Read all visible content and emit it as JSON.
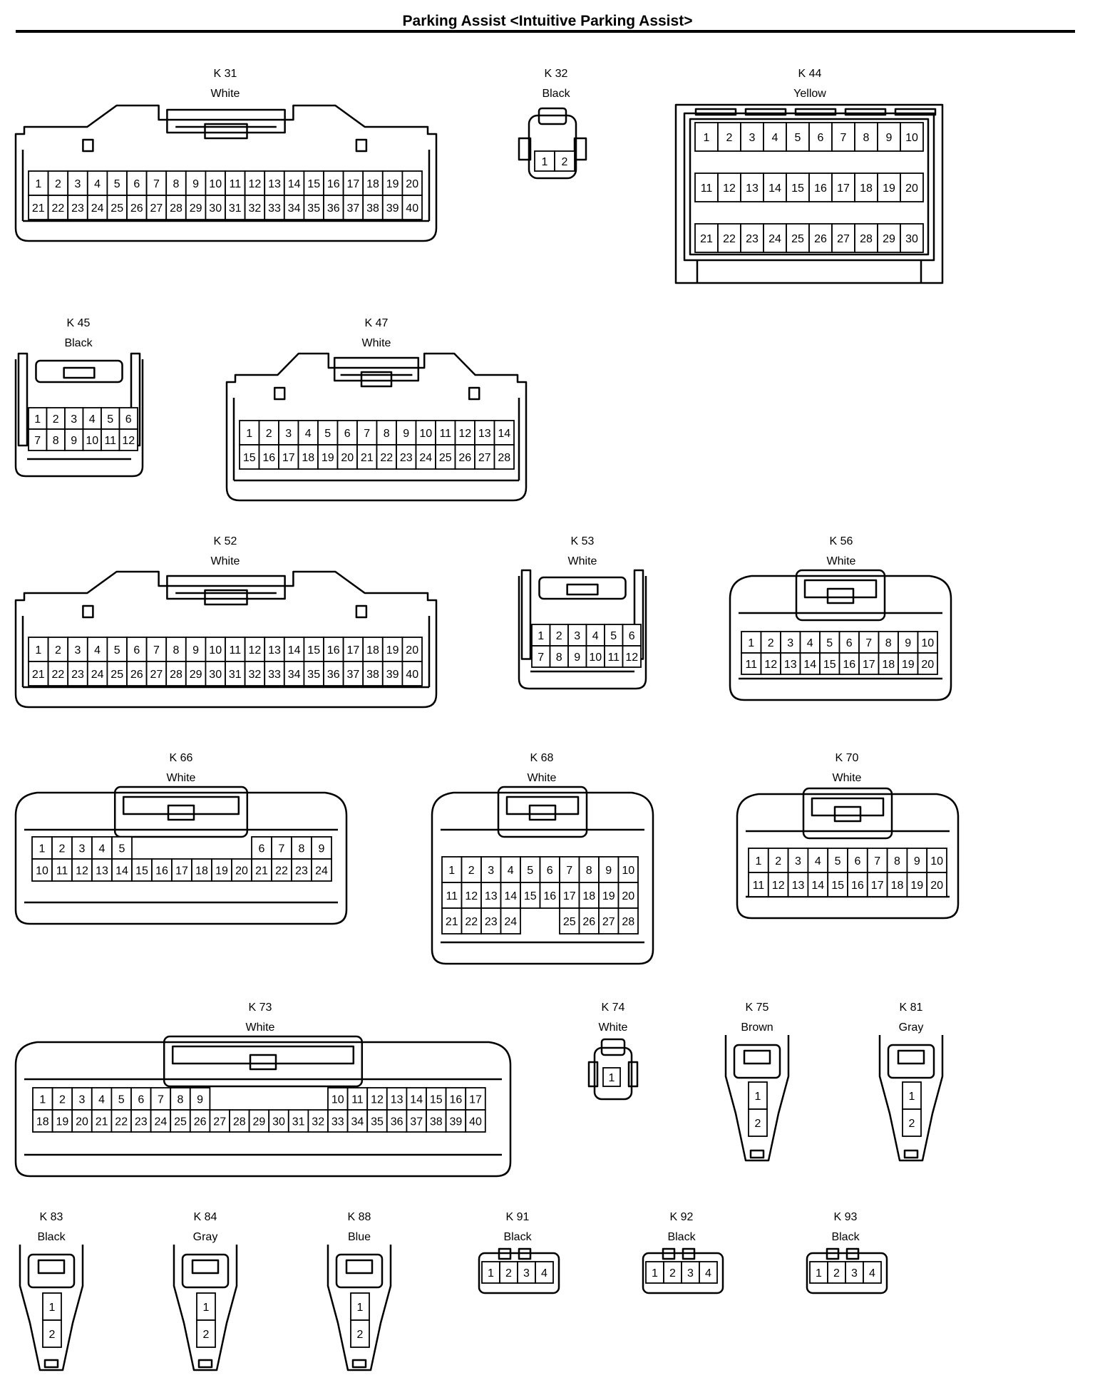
{
  "title": "Parking Assist <Intuitive Parking Assist>",
  "connectors": [
    {
      "id": "K 31",
      "color": "White",
      "pin_rows": [
        [
          "1",
          "2",
          "3",
          "4",
          "5",
          "6",
          "7",
          "8",
          "9",
          "10",
          "11",
          "12",
          "13",
          "14",
          "15",
          "16",
          "17",
          "18",
          "19",
          "20"
        ],
        [
          "21",
          "22",
          "23",
          "24",
          "25",
          "26",
          "27",
          "28",
          "29",
          "30",
          "31",
          "32",
          "33",
          "34",
          "35",
          "36",
          "37",
          "38",
          "39",
          "40"
        ]
      ]
    },
    {
      "id": "K 32",
      "color": "Black",
      "pin_rows": [
        [
          "1",
          "2"
        ]
      ]
    },
    {
      "id": "K 44",
      "color": "Yellow",
      "pin_rows": [
        [
          "1",
          "2",
          "3",
          "4",
          "5",
          "6",
          "7",
          "8",
          "9",
          "10"
        ],
        [
          "11",
          "12",
          "13",
          "14",
          "15",
          "16",
          "17",
          "18",
          "19",
          "20"
        ],
        [
          "21",
          "22",
          "23",
          "24",
          "25",
          "26",
          "27",
          "28",
          "29",
          "30"
        ]
      ]
    },
    {
      "id": "K 45",
      "color": "Black",
      "pin_rows": [
        [
          "1",
          "2",
          "3",
          "4",
          "5",
          "6"
        ],
        [
          "7",
          "8",
          "9",
          "10",
          "11",
          "12"
        ]
      ]
    },
    {
      "id": "K 47",
      "color": "White",
      "pin_rows": [
        [
          "1",
          "2",
          "3",
          "4",
          "5",
          "6",
          "7",
          "8",
          "9",
          "10",
          "11",
          "12",
          "13",
          "14"
        ],
        [
          "15",
          "16",
          "17",
          "18",
          "19",
          "20",
          "21",
          "22",
          "23",
          "24",
          "25",
          "26",
          "27",
          "28"
        ]
      ]
    },
    {
      "id": "K 52",
      "color": "White",
      "pin_rows": [
        [
          "1",
          "2",
          "3",
          "4",
          "5",
          "6",
          "7",
          "8",
          "9",
          "10",
          "11",
          "12",
          "13",
          "14",
          "15",
          "16",
          "17",
          "18",
          "19",
          "20"
        ],
        [
          "21",
          "22",
          "23",
          "24",
          "25",
          "26",
          "27",
          "28",
          "29",
          "30",
          "31",
          "32",
          "33",
          "34",
          "35",
          "36",
          "37",
          "38",
          "39",
          "40"
        ]
      ]
    },
    {
      "id": "K 53",
      "color": "White",
      "pin_rows": [
        [
          "1",
          "2",
          "3",
          "4",
          "5",
          "6"
        ],
        [
          "7",
          "8",
          "9",
          "10",
          "11",
          "12"
        ]
      ]
    },
    {
      "id": "K 56",
      "color": "White",
      "pin_rows": [
        [
          "1",
          "2",
          "3",
          "4",
          "5",
          "6",
          "7",
          "8",
          "9",
          "10"
        ],
        [
          "11",
          "12",
          "13",
          "14",
          "15",
          "16",
          "17",
          "18",
          "19",
          "20"
        ]
      ]
    },
    {
      "id": "K 66",
      "color": "White",
      "pin_rows": [
        [
          "1",
          "2",
          "3",
          "4",
          "5",
          "",
          "",
          "",
          "",
          "",
          "",
          "6",
          "7",
          "8",
          "9"
        ],
        [
          "10",
          "11",
          "12",
          "13",
          "14",
          "15",
          "16",
          "17",
          "18",
          "19",
          "20",
          "21",
          "22",
          "23",
          "24"
        ]
      ]
    },
    {
      "id": "K 68",
      "color": "White",
      "pin_rows": [
        [
          "1",
          "2",
          "3",
          "4",
          "5",
          "6",
          "7",
          "8",
          "9",
          "10"
        ],
        [
          "11",
          "12",
          "13",
          "14",
          "15",
          "16",
          "17",
          "18",
          "19",
          "20"
        ],
        [
          "21",
          "22",
          "23",
          "24",
          "",
          "",
          "25",
          "26",
          "27",
          "28"
        ]
      ]
    },
    {
      "id": "K 70",
      "color": "White",
      "pin_rows": [
        [
          "1",
          "2",
          "3",
          "4",
          "5",
          "6",
          "7",
          "8",
          "9",
          "10"
        ],
        [
          "11",
          "12",
          "13",
          "14",
          "15",
          "16",
          "17",
          "18",
          "19",
          "20"
        ]
      ]
    },
    {
      "id": "K 73",
      "color": "White",
      "pin_rows": [
        [
          "1",
          "2",
          "3",
          "4",
          "5",
          "6",
          "7",
          "8",
          "9",
          "",
          "",
          "",
          "",
          "",
          "",
          "10",
          "11",
          "12",
          "13",
          "14",
          "15",
          "16",
          "17"
        ],
        [
          "18",
          "19",
          "20",
          "21",
          "22",
          "23",
          "24",
          "25",
          "26",
          "27",
          "28",
          "29",
          "30",
          "31",
          "32",
          "33",
          "34",
          "35",
          "36",
          "37",
          "38",
          "39",
          "40"
        ]
      ]
    },
    {
      "id": "K 74",
      "color": "White",
      "pin_rows": [
        [
          "1"
        ]
      ]
    },
    {
      "id": "K 75",
      "color": "Brown",
      "pin_rows": [
        [
          "1"
        ],
        [
          "2"
        ]
      ]
    },
    {
      "id": "K 81",
      "color": "Gray",
      "pin_rows": [
        [
          "1"
        ],
        [
          "2"
        ]
      ]
    },
    {
      "id": "K 83",
      "color": "Black",
      "pin_rows": [
        [
          "1"
        ],
        [
          "2"
        ]
      ]
    },
    {
      "id": "K 84",
      "color": "Gray",
      "pin_rows": [
        [
          "1"
        ],
        [
          "2"
        ]
      ]
    },
    {
      "id": "K 88",
      "color": "Blue",
      "pin_rows": [
        [
          "1"
        ],
        [
          "2"
        ]
      ]
    },
    {
      "id": "K 91",
      "color": "Black",
      "pin_rows": [
        [
          "1",
          "2",
          "3",
          "4"
        ]
      ]
    },
    {
      "id": "K 92",
      "color": "Black",
      "pin_rows": [
        [
          "1",
          "2",
          "3",
          "4"
        ]
      ]
    },
    {
      "id": "K 93",
      "color": "Black",
      "pin_rows": [
        [
          "1",
          "2",
          "3",
          "4"
        ]
      ]
    }
  ]
}
